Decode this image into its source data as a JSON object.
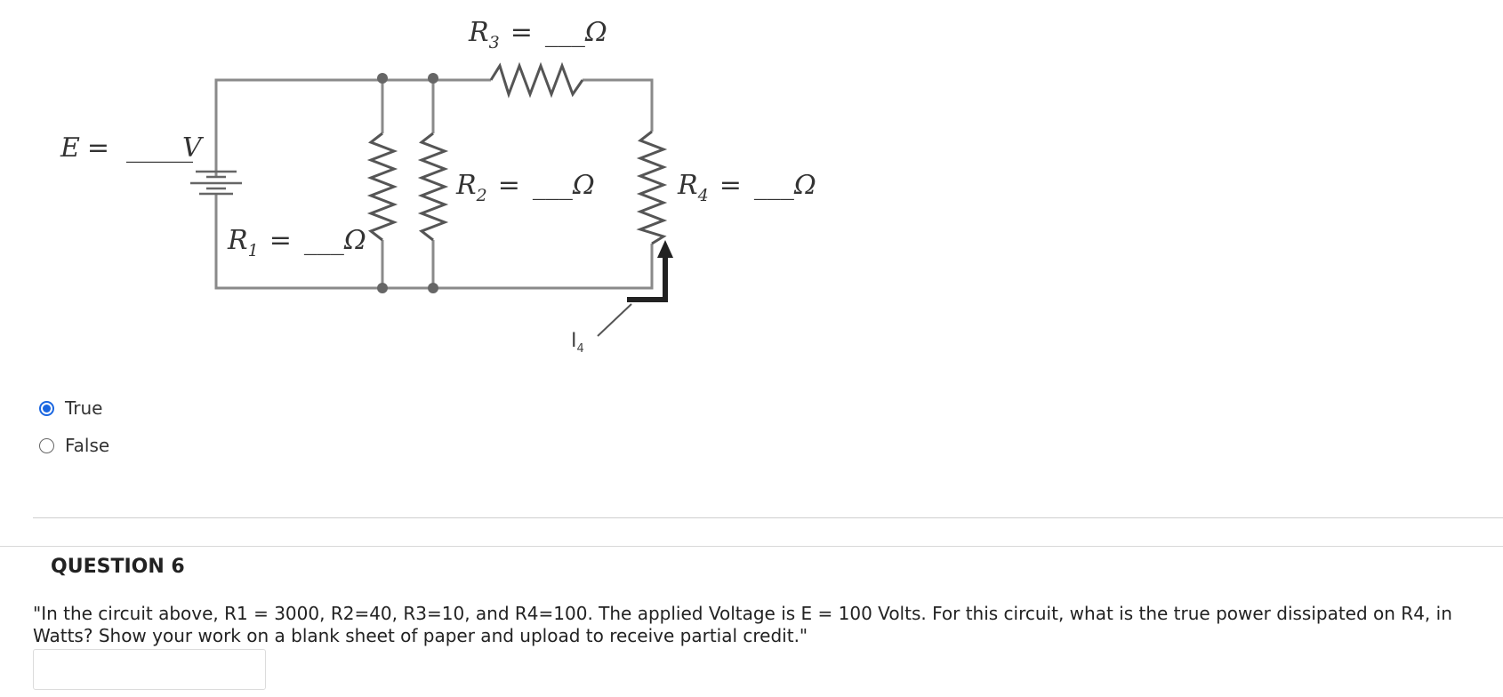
{
  "circuit": {
    "e_label": "E",
    "e_eq": "=",
    "e_blank": "_____",
    "e_unit": "V",
    "r1_base": "R",
    "r1_sub": "1",
    "r2_base": "R",
    "r2_sub": "2",
    "r3_base": "R",
    "r3_sub": "3",
    "r4_base": "R",
    "r4_sub": "4",
    "eq": "=",
    "blank": "___",
    "ohm": "Ω",
    "current_base": "I",
    "current_sub": "4"
  },
  "options": [
    {
      "label": "True",
      "selected": true
    },
    {
      "label": "False",
      "selected": false
    }
  ],
  "question": {
    "title": "QUESTION 6",
    "text": "\"In the circuit above, R1 = 3000, R2=40, R3=10, and R4=100. The applied Voltage is E = 100 Volts. For this circuit, what is the true power dissipated on R4, in Watts? Show your work on a blank sheet of paper and upload to receive partial credit.\""
  },
  "colors": {
    "accent": "#1a66e0",
    "wire": "#888888",
    "node": "#666666"
  }
}
